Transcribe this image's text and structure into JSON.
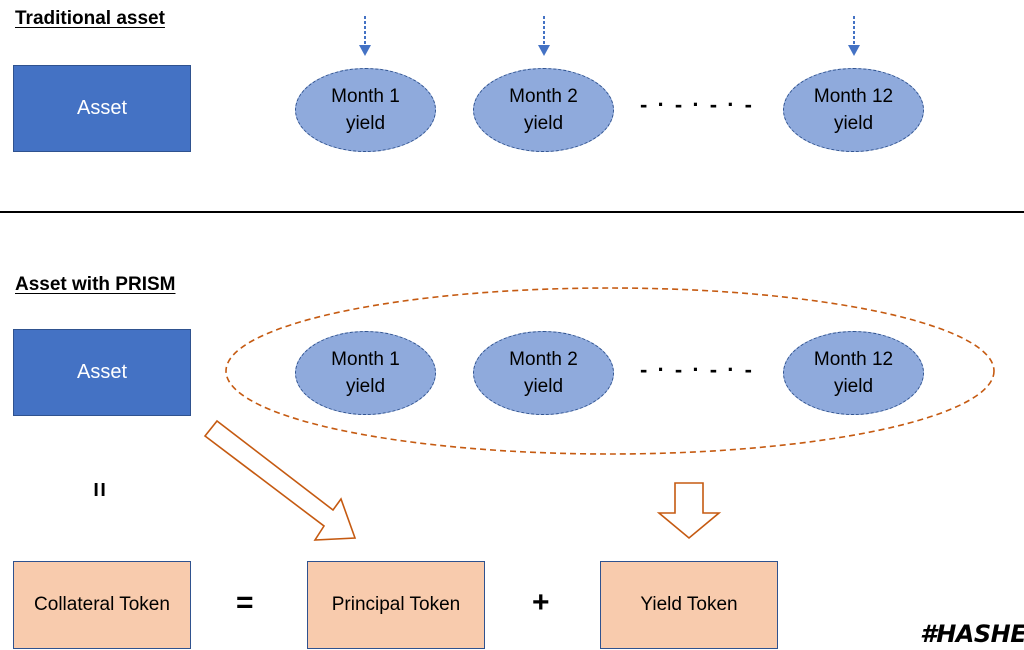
{
  "top": {
    "heading": "Traditional  asset",
    "asset_label": "Asset",
    "yields": [
      {
        "line1": "Month 1",
        "line2": "yield"
      },
      {
        "line1": "Month 2",
        "line2": "yield"
      },
      {
        "line1": "Month 12",
        "line2": "yield"
      }
    ],
    "ellipsis": "- · - · - · -"
  },
  "bottom": {
    "heading": "Asset with PRISM",
    "asset_label": "Asset",
    "yields": [
      {
        "line1": "Month 1",
        "line2": "yield"
      },
      {
        "line1": "Month 2",
        "line2": "yield"
      },
      {
        "line1": "Month 12",
        "line2": "yield"
      }
    ],
    "ellipsis": "- · - · - · -",
    "equals_vertical": "=",
    "tokens": {
      "collateral": "Collateral Token",
      "principal": "Principal Token",
      "yield": "Yield Token"
    },
    "equals": "=",
    "plus": "+"
  },
  "logo": "#HASHED",
  "colors": {
    "asset_blue": "#4472c4",
    "yield_blue": "#8faadc",
    "token_peach": "#f8cbad",
    "arrow_orange": "#c55a11",
    "border_navy": "#2f528f"
  }
}
